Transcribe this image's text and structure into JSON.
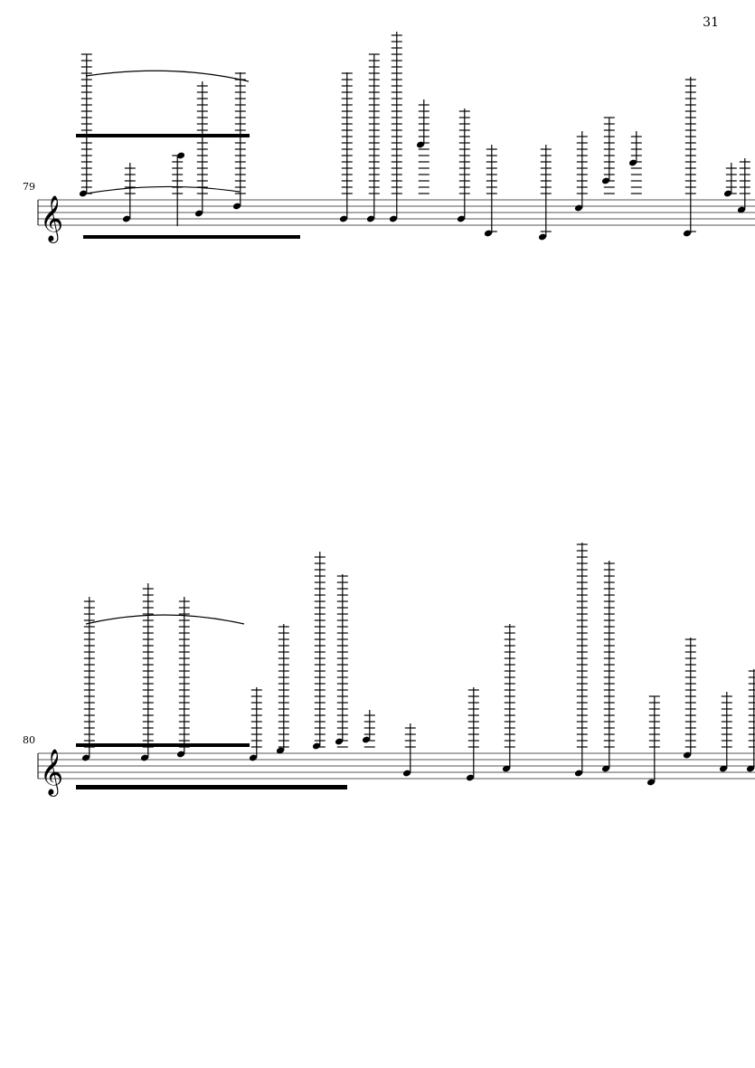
{
  "page": {
    "number": "31"
  },
  "systems": [
    {
      "measure_number": "79"
    },
    {
      "measure_number": "80"
    }
  ]
}
